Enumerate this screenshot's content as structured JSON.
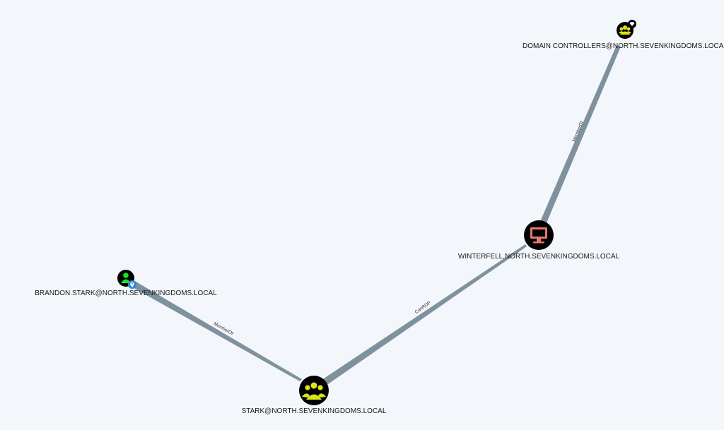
{
  "graph": {
    "nodes": [
      {
        "id": "dc",
        "type": "group",
        "label": "DOMAIN CONTROLLERS@NORTH.SEVENKINGDOMS.LOCAL",
        "badge": "crown-gem"
      },
      {
        "id": "winterfell",
        "type": "computer",
        "label": "WINTERFELL.NORTH.SEVENKINGDOMS.LOCAL"
      },
      {
        "id": "brandon",
        "type": "user",
        "label": "BRANDON.STARK@NORTH.SEVENKINGDOMS.LOCAL",
        "badge": "location-pin"
      },
      {
        "id": "stark",
        "type": "group",
        "label": "STARK@NORTH.SEVENKINGDOMS.LOCAL"
      }
    ],
    "edges": [
      {
        "from": "winterfell",
        "to": "dc",
        "label": "MemberOf"
      },
      {
        "from": "brandon",
        "to": "stark",
        "label": "MemberOf"
      },
      {
        "from": "stark",
        "to": "winterfell",
        "label": "CanRDP"
      }
    ],
    "colors": {
      "background": "#f3f6fa",
      "edge": "#7e919d",
      "node_bg": "#000000",
      "group_icon": "#dbe617",
      "user_icon": "#17e625",
      "computer_icon": "#e67873",
      "badge_blue": "#2e87d1"
    }
  }
}
